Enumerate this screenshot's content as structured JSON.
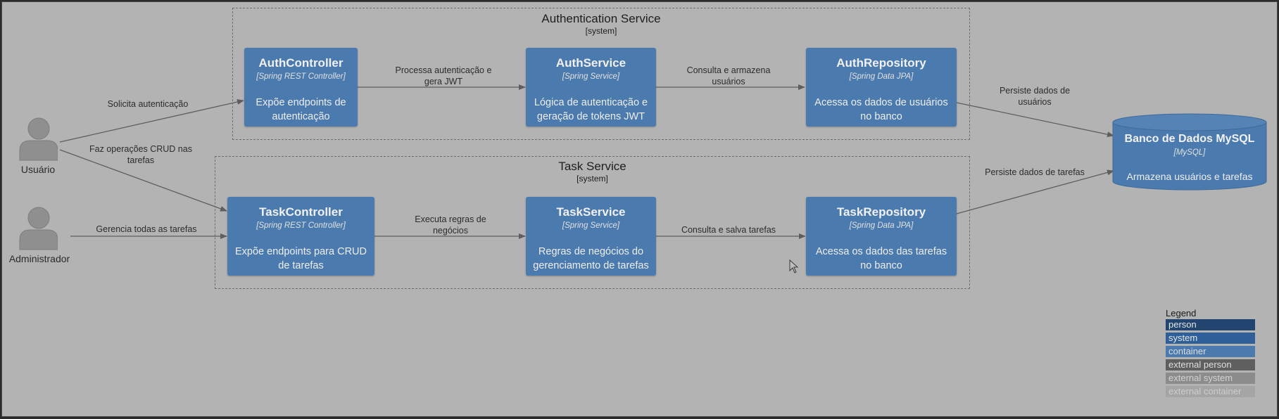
{
  "colors": {
    "canvas": "#b3b3b3",
    "container": "#4b7aae",
    "person": "#8f8f8f",
    "edge": "#5e5e5e"
  },
  "boundaries": {
    "auth": {
      "title": "Authentication Service",
      "type": "[system]"
    },
    "task": {
      "title": "Task Service",
      "type": "[system]"
    }
  },
  "people": {
    "usuario": {
      "label": "Usuário",
      "icon": "person-icon"
    },
    "admin": {
      "label": "Administrador",
      "icon": "person-icon"
    }
  },
  "containers": {
    "auth_controller": {
      "name": "AuthController",
      "tech": "[Spring REST Controller]",
      "desc": [
        "Expõe endpoints de",
        "autenticação"
      ]
    },
    "auth_service": {
      "name": "AuthService",
      "tech": "[Spring Service]",
      "desc": [
        "Lógica de autenticação e",
        "geração de tokens JWT"
      ]
    },
    "auth_repository": {
      "name": "AuthRepository",
      "tech": "[Spring Data JPA]",
      "desc": [
        "Acessa os dados de usuários",
        "no banco"
      ]
    },
    "task_controller": {
      "name": "TaskController",
      "tech": "[Spring REST Controller]",
      "desc": [
        "Expõe endpoints para CRUD",
        "de tarefas"
      ]
    },
    "task_service": {
      "name": "TaskService",
      "tech": "[Spring Service]",
      "desc": [
        "Regras de negócios do",
        "gerenciamento de tarefas"
      ]
    },
    "task_repository": {
      "name": "TaskRepository",
      "tech": "[Spring Data JPA]",
      "desc": [
        "Acessa os dados das tarefas",
        "no banco"
      ]
    }
  },
  "database": {
    "name": "Banco de Dados MySQL",
    "tech": "[MySQL]",
    "desc": "Armazena usuários e tarefas"
  },
  "relationships": {
    "solicita": [
      "Solicita autenticação"
    ],
    "crud": [
      "Faz operações CRUD nas",
      "tarefas"
    ],
    "gerencia": [
      "Gerencia todas as tarefas"
    ],
    "processa": [
      "Processa autenticação e",
      "gera JWT"
    ],
    "consulta_armazena": [
      "Consulta e armazena",
      "usuários"
    ],
    "persiste_usuarios": [
      "Persiste dados de",
      "usuários"
    ],
    "executa": [
      "Executa regras de",
      "negócios"
    ],
    "consulta_salva": [
      "Consulta e salva tarefas"
    ],
    "persiste_tarefas": [
      "Persiste dados de tarefas"
    ]
  },
  "legend": {
    "title": "Legend",
    "items": [
      {
        "label": "person",
        "bg": "#22456f",
        "fg": "#e6e6e6"
      },
      {
        "label": "system",
        "bg": "#2f5f98",
        "fg": "#e6e6e6"
      },
      {
        "label": "container",
        "bg": "#4b7aae",
        "fg": "#dcdcdc"
      },
      {
        "label": "external person",
        "bg": "#5f5f5f",
        "fg": "#dedede"
      },
      {
        "label": "external system",
        "bg": "#8c8c8c",
        "fg": "#d2d2d2"
      },
      {
        "label": "external container",
        "bg": "#a5a5a5",
        "fg": "#cdcdcd"
      }
    ]
  }
}
